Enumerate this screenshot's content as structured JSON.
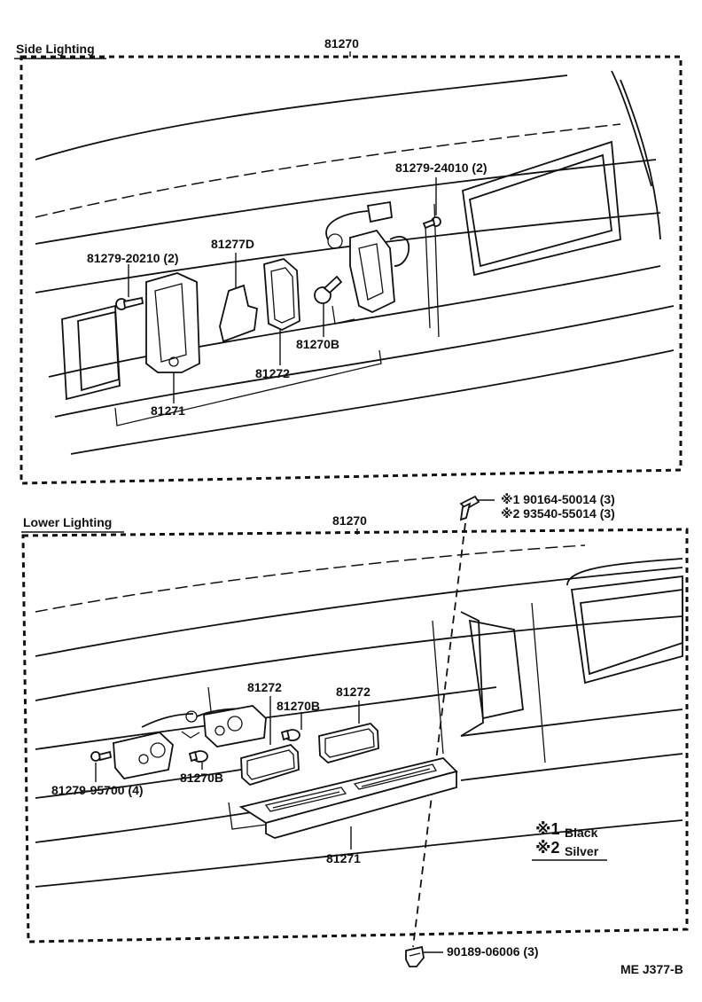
{
  "side_section": {
    "title": "Side Lighting",
    "assembly_label": "81270",
    "labels": {
      "screw_a": "81279-20210 (2)",
      "gasket_d": "81277D",
      "screw_b": "81279-24010 (2)",
      "lens": "81271",
      "gasket": "81272",
      "bulb": "81270B"
    }
  },
  "lower_section": {
    "title": "Lower Lighting",
    "assembly_label": "81270",
    "labels": {
      "gasket_left": "81272",
      "bulb_right": "81270B",
      "gasket_right": "81272",
      "screw": "81279-95700 (4)",
      "bulb_left": "81270B",
      "lens": "81271"
    }
  },
  "fasteners": {
    "variant_1": "※1 90164-50014 (3)",
    "variant_2": "※2 93540-55014 (3)",
    "bottom_clip": "90189-06006 (3)"
  },
  "legend": {
    "item_1_mark": "※1",
    "item_1_text": "Black",
    "item_2_mark": "※2",
    "item_2_text": "Silver"
  },
  "diagram_code": "ME J377-B"
}
